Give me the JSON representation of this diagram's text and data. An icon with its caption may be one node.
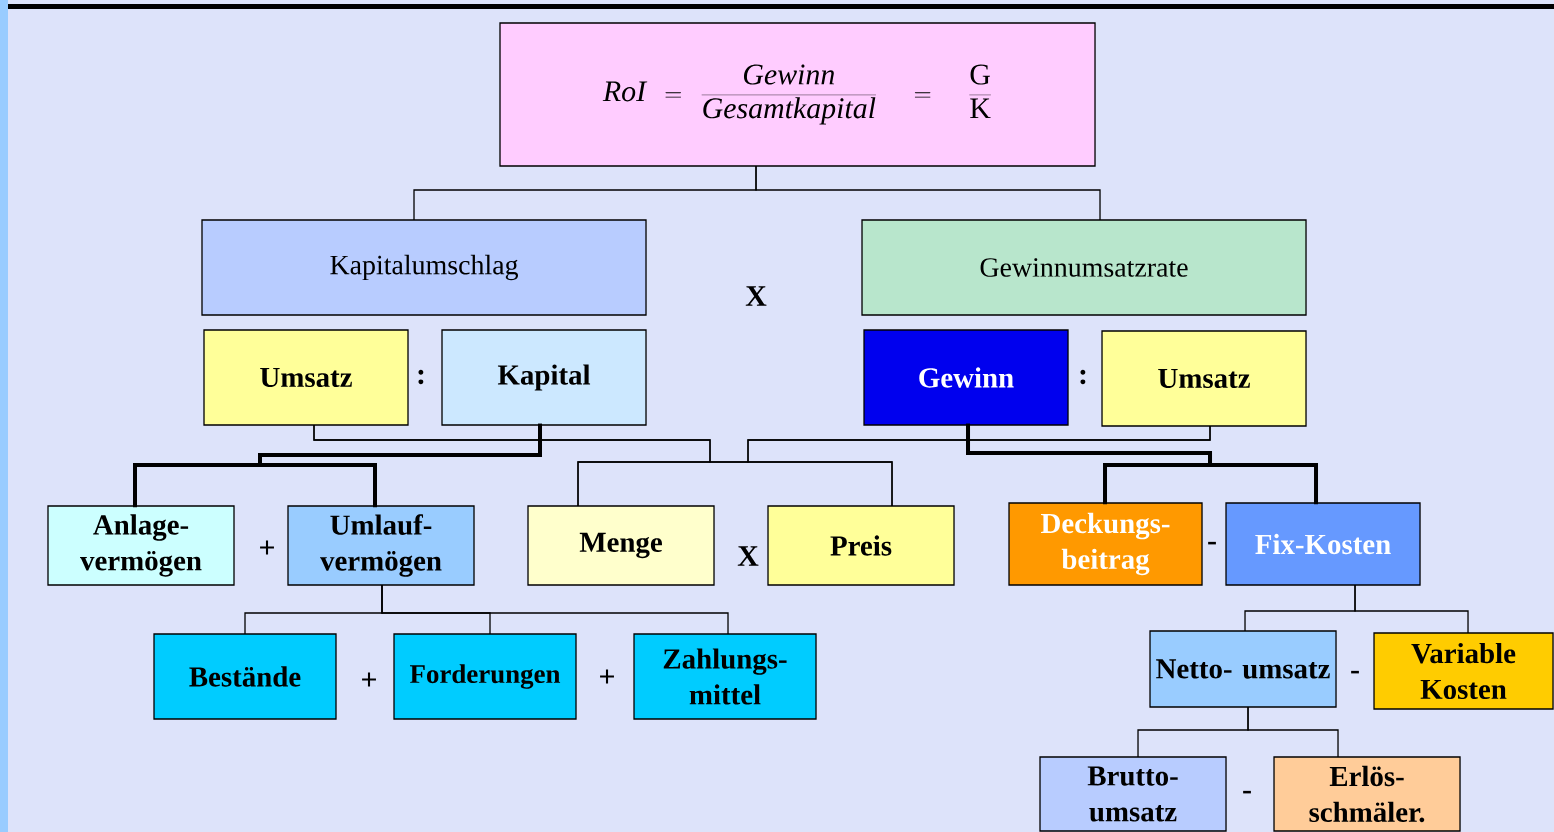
{
  "diagram": {
    "nodes": [
      {
        "text": [
          "\\mathit{RoI} = \\frac{\\mathit{Gewinn}}{\\mathit{Gesamtkapital}} \\;=\\; \\frac{\\mathrm{G}}{\\mathrm{K}}"
        ]
      },
      {
        "text": [
          "Kapitalumschlag"
        ]
      },
      {
        "text": [
          "Gewinnumsatzrate"
        ]
      },
      {
        "text": [
          "Umsatz"
        ]
      },
      {
        "text": [
          "Kapital"
        ]
      },
      {
        "text": [
          "Gewinn"
        ]
      },
      {
        "text": [
          "Umsatz"
        ]
      },
      {
        "text": [
          "Anlage- vermögen"
        ]
      },
      {
        "text": [
          "Umlauf- vermögen"
        ]
      },
      {
        "text": [
          "Menge"
        ]
      },
      {
        "text": [
          "Preis"
        ]
      },
      {
        "text": [
          "Deckungs- beitrag"
        ]
      },
      {
        "text": [
          "Fix-Kosten"
        ]
      },
      {
        "text": [
          "Bestände"
        ]
      },
      {
        "text": [
          "Forderungen"
        ]
      },
      {
        "text": [
          "Zahlungs- mittel"
        ]
      },
      {
        "text": [
          "Netto- umsatz"
        ]
      },
      {
        "text": [
          "Variable Kosten"
        ]
      },
      {
        "text": [
          "Brutto- umsatz"
        ]
      },
      {
        "text": [
          "Erlös- schmäler."
        ]
      }
    ],
    "edges": [
      {
        "from": 0,
        "to": 1,
        "arrow": "none"
      },
      {
        "from": 0,
        "to": 2,
        "arrow": "none"
      },
      {
        "from": 3,
        "to": 9,
        "arrow": "none"
      },
      {
        "from": 3,
        "to": 10,
        "arrow": "none"
      },
      {
        "from": 6,
        "to": 9,
        "arrow": "none"
      },
      {
        "from": 6,
        "to": 10,
        "arrow": "none"
      },
      {
        "from": 4,
        "to": 7,
        "arrow": "none",
        "style": "thick"
      },
      {
        "from": 4,
        "to": 8,
        "arrow": "none",
        "style": "thick"
      },
      {
        "from": 5,
        "to": 11,
        "arrow": "none",
        "style": "thick"
      },
      {
        "from": 5,
        "to": 12,
        "arrow": "none",
        "style": "thick"
      },
      {
        "from": 8,
        "to": 13,
        "arrow": "none"
      },
      {
        "from": 8,
        "to": 14,
        "arrow": "none"
      },
      {
        "from": 8,
        "to": 15,
        "arrow": "none"
      },
      {
        "from": 12,
        "to": 16,
        "arrow": "none"
      },
      {
        "from": 12,
        "to": 17,
        "arrow": "none"
      },
      {
        "from": 16,
        "to": 18,
        "arrow": "none"
      },
      {
        "from": 16,
        "to": 19,
        "arrow": "none"
      }
    ],
    "labels": [
      "X",
      ":",
      ":",
      "+",
      "X",
      "-",
      "+",
      "+",
      "-",
      "-"
    ]
  }
}
